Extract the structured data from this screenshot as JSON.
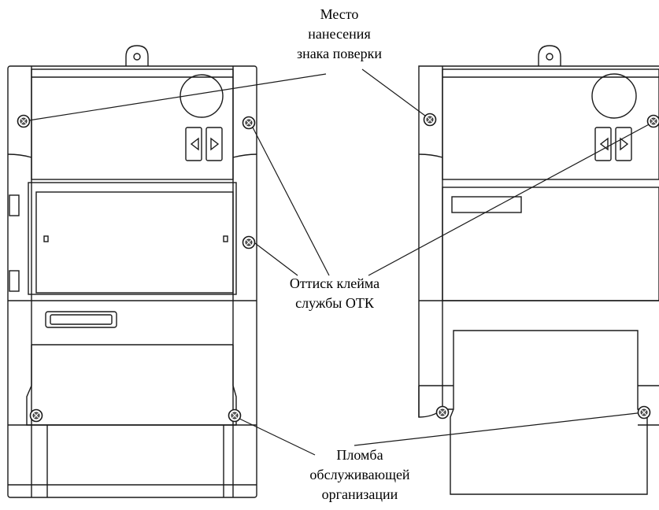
{
  "labels": {
    "verification_mark": [
      "Место",
      "нанесения",
      "знака поверки"
    ],
    "otk_stamp": [
      "Оттиск клейма",
      "службы ОТК"
    ],
    "service_seal": [
      "Пломба",
      "обслуживающей",
      "организации"
    ]
  },
  "colors": {
    "line": "#1a1a1a",
    "fill": "#ffffff",
    "screw": "#555555"
  }
}
